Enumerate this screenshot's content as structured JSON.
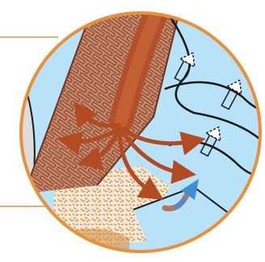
{
  "diagram": {
    "colors": {
      "background": "#ffffff",
      "sky": "#b8e2f8",
      "circle_border": "#e8913a",
      "callout_line": "#e8913a",
      "brick_fill": "#c8876a",
      "brick_mortar": "#7a3f28",
      "roof_edge": "#6b3322",
      "heat_flow": "#b24a22",
      "cold_air": "#3f8fd6",
      "insulation": "#d58a3a",
      "insulation_fill": "#f4e9d8",
      "wall_gray": "#dcdcdc",
      "outline": "#1a1a1a",
      "vent_arrow": "#ffffff"
    },
    "icons": [
      "heat-escape-arrows",
      "ventilation-up-arrows",
      "cold-air-arrow"
    ]
  }
}
